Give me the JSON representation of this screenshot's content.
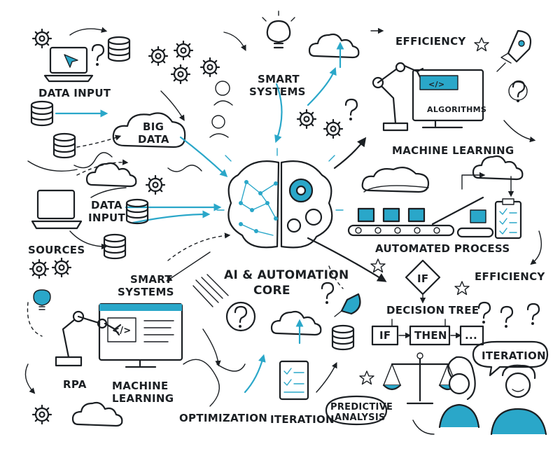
{
  "colors": {
    "ink": "#1b1f23",
    "accent": "#2aa7c9",
    "background": "#ffffff"
  },
  "labels": {
    "data_input_top": "DATA INPUT",
    "big": "BIG",
    "data": "DATA",
    "smart_top_1": "SMART",
    "smart_top_2": "SYSTEMS",
    "efficiency_top": "EFFICIENCY",
    "algorithms": "ALGORITHMS",
    "code_tag": "</>",
    "machine_learning_top": "MACHINE LEARNING",
    "data_input_mid_1": "DATA",
    "data_input_mid_2": "INPUT",
    "sources": "SOURCES",
    "automated_process": "AUTOMATED PROCESS",
    "smart_mid_1": "SMART",
    "smart_mid_2": "SYSTEMS",
    "core_1": "AI & AUTOMATION",
    "core_2": "CORE",
    "efficiency_mid": "EFFICIENCY",
    "if_top": "IF",
    "decision_tree": "DECISION TREE",
    "if_box": "IF",
    "then_box": "THEN",
    "ellipsis_box": "...",
    "iteration_right": "ITERATION",
    "rpa": "RPA",
    "machine_learning_bottom_1": "MACHINE",
    "machine_learning_bottom_2": "LEARNING",
    "optimization": "OPTIMIZATION",
    "iteration_bottom": "ITERATION",
    "predictive_1": "PREDICTIVE",
    "predictive_2": "ANALYSIS",
    "question": "?"
  },
  "icons": [
    "laptop-icon",
    "database-icon",
    "gear-icon",
    "lightbulb-icon",
    "cloud-icon",
    "rocket-icon",
    "star-icon",
    "robot-arm-icon",
    "monitor-icon",
    "brain-icon",
    "conveyor-belt-icon",
    "clipboard-checklist-icon",
    "decision-diamond-icon",
    "scales-icon",
    "person-icon",
    "question-mark-icon",
    "arrow-icon"
  ]
}
